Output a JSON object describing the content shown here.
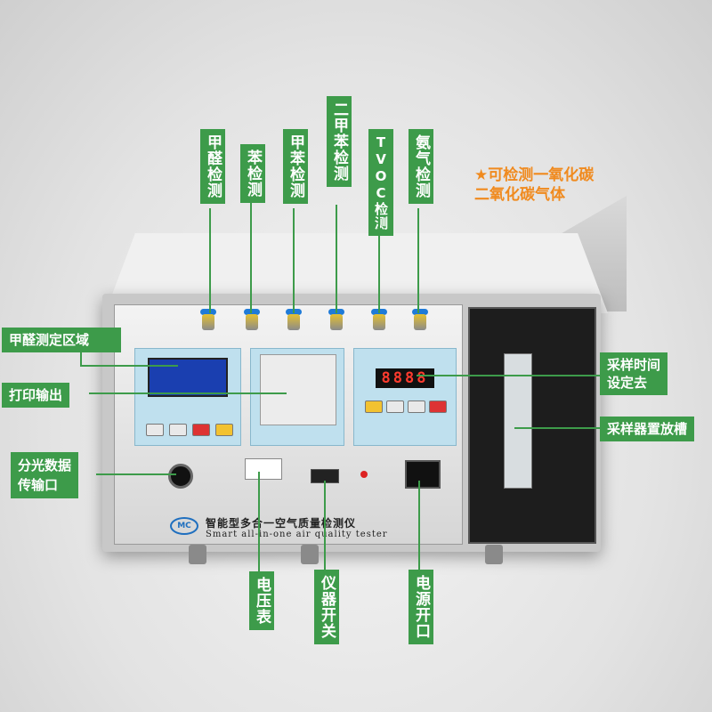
{
  "top_labels": [
    {
      "text": "甲醛检测"
    },
    {
      "text": "苯检测"
    },
    {
      "text": "甲苯检测"
    },
    {
      "text": "二甲苯检测"
    },
    {
      "text": "TVOC检测"
    },
    {
      "text": "氨气检测"
    }
  ],
  "note": {
    "line1": "★可检测一氧化碳",
    "line2": "二氧化碳气体"
  },
  "left_labels": {
    "formaldehyde_area": "甲醛测定区域",
    "print_output": "打印输出",
    "spectral_data_line1": "分光数据",
    "spectral_data_line2": "传输口"
  },
  "right_labels": {
    "sampling_time_line1": "采样时间",
    "sampling_time_line2": "设定去",
    "sampler_slot": "采样器置放槽"
  },
  "bottom_labels": {
    "voltmeter": "电压表",
    "instrument_switch": "仪器开关",
    "power_socket": "电源开口"
  },
  "device": {
    "led_reading": "8888",
    "brand_cn": "智能型多合一空气质量检测仪",
    "brand_en": "Smart all-in-one air quality tester",
    "logo": "MC"
  },
  "colors": {
    "label_green": "#3d9b4a",
    "note_orange": "#f08a1e",
    "panel_blue": "#bfe0ee"
  }
}
